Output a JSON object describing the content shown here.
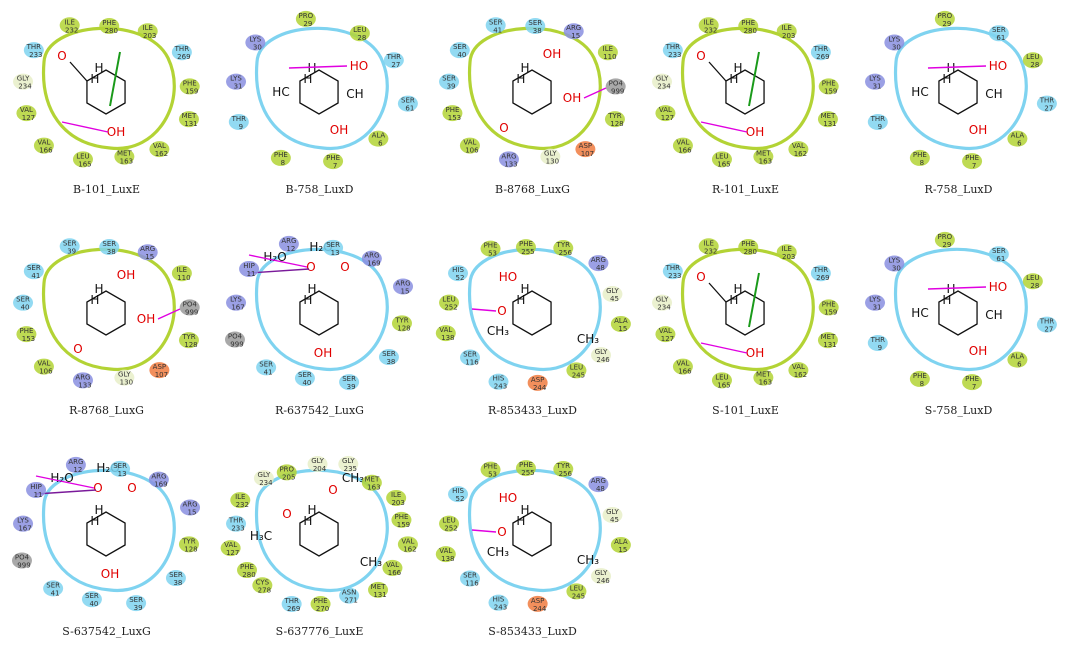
{
  "colors": {
    "hydrophobic": "#b3d335",
    "polar": "#7fd3f0",
    "positive": "#8a8fe0",
    "negative": "#f07b3f",
    "glycine": "#e8eec8",
    "other": "#9a9a9a",
    "hbond": "#e000e0",
    "pistack": "#1a9a1a"
  },
  "panels": [
    {
      "caption": "B-101_LuxE",
      "ligand": "aldehyde",
      "pocket": "green",
      "residues": [
        {
          "n": "GLY",
          "i": "234",
          "t": "glycine"
        },
        {
          "n": "THR",
          "i": "233",
          "t": "polar"
        },
        {
          "n": "ILE",
          "i": "232",
          "t": "hydrophobic"
        },
        {
          "n": "PHE",
          "i": "280",
          "t": "hydrophobic"
        },
        {
          "n": "ILE",
          "i": "203",
          "t": "hydrophobic"
        },
        {
          "n": "THR",
          "i": "269",
          "t": "polar"
        },
        {
          "n": "PHE",
          "i": "159",
          "t": "hydrophobic"
        },
        {
          "n": "MET",
          "i": "131",
          "t": "hydrophobic"
        },
        {
          "n": "VAL",
          "i": "162",
          "t": "hydrophobic"
        },
        {
          "n": "MET",
          "i": "163",
          "t": "hydrophobic"
        },
        {
          "n": "LEU",
          "i": "165",
          "t": "hydrophobic"
        },
        {
          "n": "VAL",
          "i": "166",
          "t": "hydrophobic"
        },
        {
          "n": "VAL",
          "i": "127",
          "t": "hydrophobic"
        }
      ]
    },
    {
      "caption": "B-758_LuxD",
      "ligand": "catechol",
      "pocket": "blue",
      "residues": [
        {
          "n": "LYS",
          "i": "31",
          "t": "positive"
        },
        {
          "n": "LYS",
          "i": "30",
          "t": "positive"
        },
        {
          "n": "PRO",
          "i": "29",
          "t": "hydrophobic"
        },
        {
          "n": "LEU",
          "i": "28",
          "t": "hydrophobic"
        },
        {
          "n": "THR",
          "i": "27",
          "t": "polar"
        },
        {
          "n": "SER",
          "i": "61",
          "t": "polar"
        },
        {
          "n": "ALA",
          "i": "6",
          "t": "hydrophobic"
        },
        {
          "n": "PHE",
          "i": "7",
          "t": "hydrophobic"
        },
        {
          "n": "PHE",
          "i": "8",
          "t": "hydrophobic"
        },
        {
          "n": "THR",
          "i": "9",
          "t": "polar"
        }
      ]
    },
    {
      "caption": "B-8768_LuxG",
      "ligand": "diol",
      "pocket": "green",
      "residues": [
        {
          "n": "SER",
          "i": "39",
          "t": "polar"
        },
        {
          "n": "SER",
          "i": "40",
          "t": "polar"
        },
        {
          "n": "SER",
          "i": "41",
          "t": "polar"
        },
        {
          "n": "SER",
          "i": "38",
          "t": "polar"
        },
        {
          "n": "ARG",
          "i": "15",
          "t": "positive"
        },
        {
          "n": "ILE",
          "i": "110",
          "t": "hydrophobic"
        },
        {
          "n": "PO4",
          "i": "999",
          "t": "other"
        },
        {
          "n": "TYR",
          "i": "128",
          "t": "hydrophobic"
        },
        {
          "n": "ASP",
          "i": "107",
          "t": "negative"
        },
        {
          "n": "GLY",
          "i": "130",
          "t": "glycine"
        },
        {
          "n": "ARG",
          "i": "133",
          "t": "positive"
        },
        {
          "n": "VAL",
          "i": "106",
          "t": "hydrophobic"
        },
        {
          "n": "PHE",
          "i": "153",
          "t": "hydrophobic"
        }
      ]
    },
    {
      "caption": "R-101_LuxE",
      "ligand": "aldehyde",
      "pocket": "green",
      "residues": [
        {
          "n": "GLY",
          "i": "234",
          "t": "glycine"
        },
        {
          "n": "THR",
          "i": "233",
          "t": "polar"
        },
        {
          "n": "ILE",
          "i": "232",
          "t": "hydrophobic"
        },
        {
          "n": "PHE",
          "i": "280",
          "t": "hydrophobic"
        },
        {
          "n": "ILE",
          "i": "203",
          "t": "hydrophobic"
        },
        {
          "n": "THR",
          "i": "269",
          "t": "polar"
        },
        {
          "n": "PHE",
          "i": "159",
          "t": "hydrophobic"
        },
        {
          "n": "MET",
          "i": "131",
          "t": "hydrophobic"
        },
        {
          "n": "VAL",
          "i": "162",
          "t": "hydrophobic"
        },
        {
          "n": "MET",
          "i": "163",
          "t": "hydrophobic"
        },
        {
          "n": "LEU",
          "i": "165",
          "t": "hydrophobic"
        },
        {
          "n": "VAL",
          "i": "166",
          "t": "hydrophobic"
        },
        {
          "n": "VAL",
          "i": "127",
          "t": "hydrophobic"
        }
      ]
    },
    {
      "caption": "R-758_LuxD",
      "ligand": "resorcinol",
      "pocket": "blue",
      "residues": [
        {
          "n": "LYS",
          "i": "31",
          "t": "positive"
        },
        {
          "n": "LYS",
          "i": "30",
          "t": "positive"
        },
        {
          "n": "PRO",
          "i": "29",
          "t": "hydrophobic"
        },
        {
          "n": "SER",
          "i": "61",
          "t": "polar"
        },
        {
          "n": "LEU",
          "i": "28",
          "t": "hydrophobic"
        },
        {
          "n": "THR",
          "i": "27",
          "t": "polar"
        },
        {
          "n": "ALA",
          "i": "6",
          "t": "hydrophobic"
        },
        {
          "n": "PHE",
          "i": "7",
          "t": "hydrophobic"
        },
        {
          "n": "PHE",
          "i": "8",
          "t": "hydrophobic"
        },
        {
          "n": "THR",
          "i": "9",
          "t": "polar"
        }
      ]
    },
    {
      "caption": "R-8768_LuxG",
      "ligand": "diol",
      "pocket": "green",
      "residues": [
        {
          "n": "SER",
          "i": "40",
          "t": "polar"
        },
        {
          "n": "SER",
          "i": "41",
          "t": "polar"
        },
        {
          "n": "SER",
          "i": "39",
          "t": "polar"
        },
        {
          "n": "SER",
          "i": "38",
          "t": "polar"
        },
        {
          "n": "ARG",
          "i": "15",
          "t": "positive"
        },
        {
          "n": "ILE",
          "i": "110",
          "t": "hydrophobic"
        },
        {
          "n": "PO4",
          "i": "999",
          "t": "other"
        },
        {
          "n": "TYR",
          "i": "128",
          "t": "hydrophobic"
        },
        {
          "n": "ASP",
          "i": "107",
          "t": "negative"
        },
        {
          "n": "GLY",
          "i": "130",
          "t": "glycine"
        },
        {
          "n": "ARG",
          "i": "133",
          "t": "positive"
        },
        {
          "n": "VAL",
          "i": "106",
          "t": "hydrophobic"
        },
        {
          "n": "PHE",
          "i": "153",
          "t": "hydrophobic"
        }
      ]
    },
    {
      "caption": "R-637542_LuxG",
      "ligand": "lactone",
      "pocket": "blue",
      "residues": [
        {
          "n": "LYS",
          "i": "167",
          "t": "positive"
        },
        {
          "n": "HIP",
          "i": "11",
          "t": "positive"
        },
        {
          "n": "ARG",
          "i": "12",
          "t": "positive"
        },
        {
          "n": "SER",
          "i": "13",
          "t": "polar"
        },
        {
          "n": "ARG",
          "i": "169",
          "t": "positive"
        },
        {
          "n": "ARG",
          "i": "15",
          "t": "positive"
        },
        {
          "n": "TYR",
          "i": "128",
          "t": "hydrophobic"
        },
        {
          "n": "SER",
          "i": "38",
          "t": "polar"
        },
        {
          "n": "SER",
          "i": "39",
          "t": "polar"
        },
        {
          "n": "SER",
          "i": "40",
          "t": "polar"
        },
        {
          "n": "SER",
          "i": "41",
          "t": "polar"
        },
        {
          "n": "PO4",
          "i": "999",
          "t": "other"
        }
      ]
    },
    {
      "caption": "R-853433_LuxD",
      "ligand": "methoxy",
      "pocket": "blue",
      "residues": [
        {
          "n": "LEU",
          "i": "252",
          "t": "hydrophobic"
        },
        {
          "n": "HIS",
          "i": "52",
          "t": "polar"
        },
        {
          "n": "PHE",
          "i": "53",
          "t": "hydrophobic"
        },
        {
          "n": "PHE",
          "i": "255",
          "t": "hydrophobic"
        },
        {
          "n": "TYR",
          "i": "256",
          "t": "hydrophobic"
        },
        {
          "n": "ARG",
          "i": "48",
          "t": "positive"
        },
        {
          "n": "GLY",
          "i": "45",
          "t": "glycine"
        },
        {
          "n": "ALA",
          "i": "15",
          "t": "hydrophobic"
        },
        {
          "n": "GLY",
          "i": "246",
          "t": "glycine"
        },
        {
          "n": "LEU",
          "i": "245",
          "t": "hydrophobic"
        },
        {
          "n": "ASP",
          "i": "244",
          "t": "negative"
        },
        {
          "n": "HIS",
          "i": "243",
          "t": "polar"
        },
        {
          "n": "SER",
          "i": "116",
          "t": "polar"
        },
        {
          "n": "VAL",
          "i": "138",
          "t": "hydrophobic"
        }
      ]
    },
    {
      "caption": "S-101_LuxE",
      "ligand": "aldehyde",
      "pocket": "green",
      "residues": [
        {
          "n": "GLY",
          "i": "234",
          "t": "glycine"
        },
        {
          "n": "THR",
          "i": "233",
          "t": "polar"
        },
        {
          "n": "ILE",
          "i": "232",
          "t": "hydrophobic"
        },
        {
          "n": "PHE",
          "i": "280",
          "t": "hydrophobic"
        },
        {
          "n": "ILE",
          "i": "203",
          "t": "hydrophobic"
        },
        {
          "n": "THR",
          "i": "269",
          "t": "polar"
        },
        {
          "n": "PHE",
          "i": "159",
          "t": "hydrophobic"
        },
        {
          "n": "MET",
          "i": "131",
          "t": "hydrophobic"
        },
        {
          "n": "VAL",
          "i": "162",
          "t": "hydrophobic"
        },
        {
          "n": "MET",
          "i": "163",
          "t": "hydrophobic"
        },
        {
          "n": "LEU",
          "i": "165",
          "t": "hydrophobic"
        },
        {
          "n": "VAL",
          "i": "166",
          "t": "hydrophobic"
        },
        {
          "n": "VAL",
          "i": "127",
          "t": "hydrophobic"
        }
      ]
    },
    {
      "caption": "S-758_LuxD",
      "ligand": "resorcinol",
      "pocket": "blue",
      "residues": [
        {
          "n": "LYS",
          "i": "31",
          "t": "positive"
        },
        {
          "n": "LYS",
          "i": "30",
          "t": "positive"
        },
        {
          "n": "PRO",
          "i": "29",
          "t": "hydrophobic"
        },
        {
          "n": "SER",
          "i": "61",
          "t": "polar"
        },
        {
          "n": "LEU",
          "i": "28",
          "t": "hydrophobic"
        },
        {
          "n": "THR",
          "i": "27",
          "t": "polar"
        },
        {
          "n": "ALA",
          "i": "6",
          "t": "hydrophobic"
        },
        {
          "n": "PHE",
          "i": "7",
          "t": "hydrophobic"
        },
        {
          "n": "PHE",
          "i": "8",
          "t": "hydrophobic"
        },
        {
          "n": "THR",
          "i": "9",
          "t": "polar"
        }
      ]
    },
    {
      "caption": "S-637542_LuxG",
      "ligand": "lactone",
      "pocket": "blue",
      "residues": [
        {
          "n": "LYS",
          "i": "167",
          "t": "positive"
        },
        {
          "n": "HIP",
          "i": "11",
          "t": "positive"
        },
        {
          "n": "ARG",
          "i": "12",
          "t": "positive"
        },
        {
          "n": "SER",
          "i": "13",
          "t": "polar"
        },
        {
          "n": "ARG",
          "i": "169",
          "t": "positive"
        },
        {
          "n": "ARG",
          "i": "15",
          "t": "positive"
        },
        {
          "n": "TYR",
          "i": "128",
          "t": "hydrophobic"
        },
        {
          "n": "SER",
          "i": "38",
          "t": "polar"
        },
        {
          "n": "SER",
          "i": "39",
          "t": "polar"
        },
        {
          "n": "SER",
          "i": "40",
          "t": "polar"
        },
        {
          "n": "SER",
          "i": "41",
          "t": "polar"
        },
        {
          "n": "PO4",
          "i": "999",
          "t": "other"
        }
      ]
    },
    {
      "caption": "S-637776_LuxE",
      "ligand": "dimethoxy",
      "pocket": "blue",
      "residues": [
        {
          "n": "THR",
          "i": "233",
          "t": "polar"
        },
        {
          "n": "ILE",
          "i": "232",
          "t": "hydrophobic"
        },
        {
          "n": "GLY",
          "i": "234",
          "t": "glycine"
        },
        {
          "n": "PRO",
          "i": "205",
          "t": "hydrophobic"
        },
        {
          "n": "GLY",
          "i": "204",
          "t": "glycine"
        },
        {
          "n": "GLY",
          "i": "235",
          "t": "glycine"
        },
        {
          "n": "MET",
          "i": "163",
          "t": "hydrophobic"
        },
        {
          "n": "ILE",
          "i": "203",
          "t": "hydrophobic"
        },
        {
          "n": "PHE",
          "i": "159",
          "t": "hydrophobic"
        },
        {
          "n": "VAL",
          "i": "162",
          "t": "hydrophobic"
        },
        {
          "n": "VAL",
          "i": "166",
          "t": "hydrophobic"
        },
        {
          "n": "MET",
          "i": "131",
          "t": "hydrophobic"
        },
        {
          "n": "ASN",
          "i": "271",
          "t": "polar"
        },
        {
          "n": "PHE",
          "i": "270",
          "t": "hydrophobic"
        },
        {
          "n": "THR",
          "i": "269",
          "t": "polar"
        },
        {
          "n": "CYS",
          "i": "278",
          "t": "hydrophobic"
        },
        {
          "n": "PHE",
          "i": "280",
          "t": "hydrophobic"
        },
        {
          "n": "VAL",
          "i": "127",
          "t": "hydrophobic"
        }
      ]
    },
    {
      "caption": "S-853433_LuxD",
      "ligand": "methoxy",
      "pocket": "blue",
      "residues": [
        {
          "n": "LEU",
          "i": "252",
          "t": "hydrophobic"
        },
        {
          "n": "HIS",
          "i": "52",
          "t": "polar"
        },
        {
          "n": "PHE",
          "i": "53",
          "t": "hydrophobic"
        },
        {
          "n": "PHE",
          "i": "255",
          "t": "hydrophobic"
        },
        {
          "n": "TYR",
          "i": "256",
          "t": "hydrophobic"
        },
        {
          "n": "ARG",
          "i": "48",
          "t": "positive"
        },
        {
          "n": "GLY",
          "i": "45",
          "t": "glycine"
        },
        {
          "n": "ALA",
          "i": "15",
          "t": "hydrophobic"
        },
        {
          "n": "GLY",
          "i": "246",
          "t": "glycine"
        },
        {
          "n": "LEU",
          "i": "245",
          "t": "hydrophobic"
        },
        {
          "n": "ASP",
          "i": "244",
          "t": "negative"
        },
        {
          "n": "HIS",
          "i": "243",
          "t": "polar"
        },
        {
          "n": "SER",
          "i": "116",
          "t": "polar"
        },
        {
          "n": "VAL",
          "i": "138",
          "t": "hydrophobic"
        }
      ]
    }
  ]
}
